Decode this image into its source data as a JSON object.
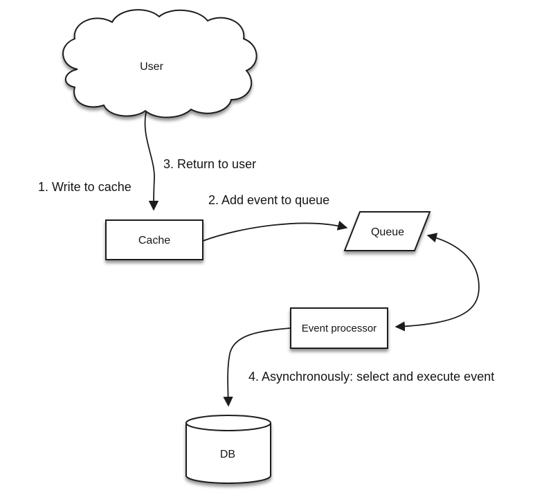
{
  "diagram": {
    "type": "flow-diagram",
    "background": "#ffffff",
    "nodes": {
      "user": {
        "label": "User",
        "shape": "cloud"
      },
      "cache": {
        "label": "Cache",
        "shape": "rectangle"
      },
      "queue": {
        "label": "Queue",
        "shape": "parallelogram"
      },
      "event_processor": {
        "label": "Event processor",
        "shape": "rectangle"
      },
      "db": {
        "label": "DB",
        "shape": "cylinder"
      }
    },
    "step_labels": {
      "step1": "1. Write to cache",
      "step2": "2. Add event to queue",
      "step3": "3. Return to user",
      "step4": "4. Asynchronously: select and execute event"
    },
    "edges": [
      {
        "id": "user-to-cache",
        "from": "user",
        "to": "cache",
        "arrowheads": "end",
        "annotations": [
          "1. Write to cache",
          "3. Return to user"
        ]
      },
      {
        "id": "cache-to-queue",
        "from": "cache",
        "to": "queue",
        "arrowheads": "end",
        "annotations": [
          "2. Add event to queue"
        ]
      },
      {
        "id": "queue-event-processor",
        "from": "queue",
        "to": "event_processor",
        "arrowheads": "both",
        "annotations": []
      },
      {
        "id": "event-processor-to-db",
        "from": "event_processor",
        "to": "db",
        "arrowheads": "end",
        "annotations": [
          "4. Asynchronously: select and execute event"
        ]
      }
    ],
    "colors": {
      "stroke": "#1c1c1c",
      "fill": "#ffffff",
      "text": "#141414",
      "shadow": "rgba(0,0,0,0.45)"
    }
  }
}
